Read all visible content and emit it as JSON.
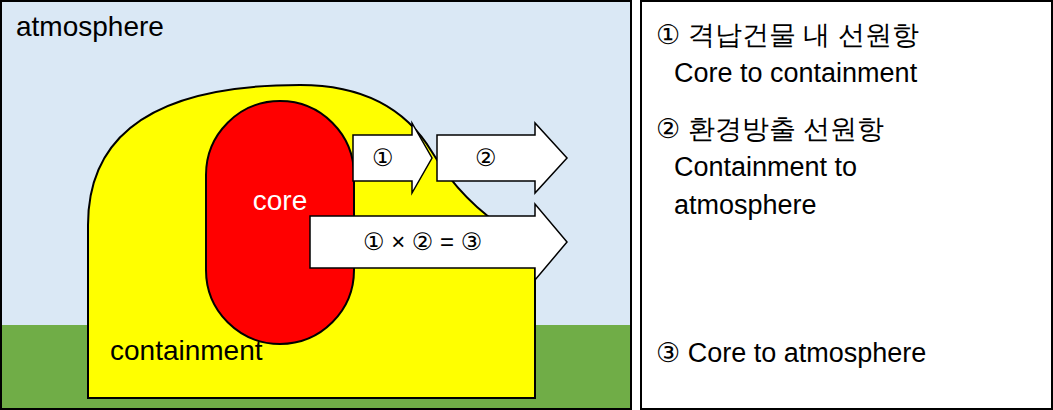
{
  "diagram": {
    "nodes": [
      {
        "text": [
          "atmosphere"
        ]
      },
      {
        "text": [
          "containment"
        ],
        "in": 0
      },
      {
        "text": [
          "core"
        ],
        "in": 1
      },
      {
        "text": [
          "① 격납건물 내 선원항",
          "Core to containment",
          "② 환경방출 선원항",
          "Containment to atmosphere",
          "③ Core to atmosphere"
        ]
      }
    ],
    "edges": [
      {
        "from": 2,
        "to": 1,
        "arrow": "to",
        "label": "①"
      },
      {
        "from": 1,
        "to": 0,
        "arrow": "to",
        "label": "②"
      },
      {
        "from": 2,
        "to": 0,
        "arrow": "to",
        "label": "① × ② = ③"
      }
    ]
  }
}
